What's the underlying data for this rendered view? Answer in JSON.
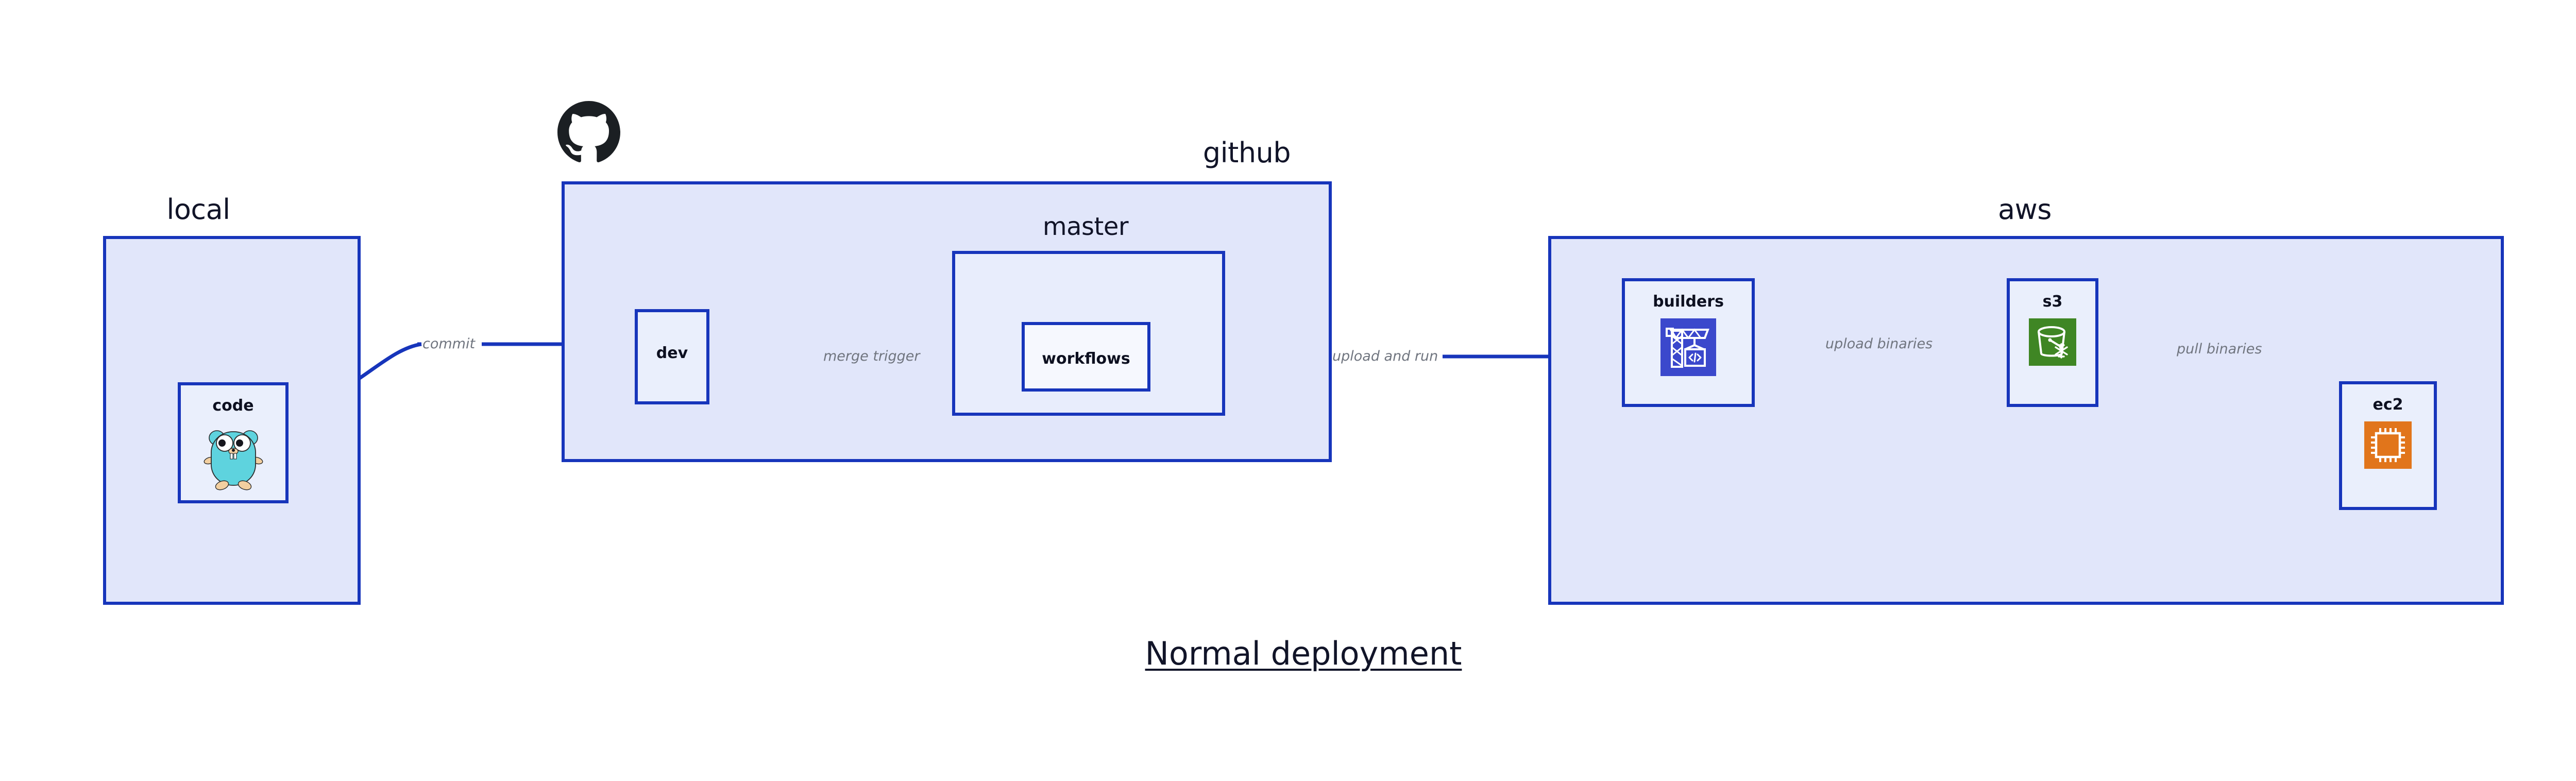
{
  "diagram": {
    "title": "Normal deployment",
    "background": "#ffffff",
    "accent_border": "#1735bb",
    "group_fill": "#e1e6fa",
    "node_fill": "#eaeffc",
    "edge_label_color": "#70757f",
    "text_color": "#111428"
  },
  "groups": [
    {
      "id": "local",
      "label": "local"
    },
    {
      "id": "github",
      "label": "github"
    },
    {
      "id": "aws",
      "label": "aws"
    }
  ],
  "subgroups": [
    {
      "id": "master",
      "label": "master",
      "parent": "github"
    }
  ],
  "nodes": [
    {
      "id": "code",
      "label": "code",
      "group": "local",
      "icon": "go-gopher-icon",
      "icon_color": "#5fd3de"
    },
    {
      "id": "dev",
      "label": "dev",
      "group": "github",
      "icon": "none",
      "icon_color": ""
    },
    {
      "id": "workflows",
      "label": "workflows",
      "group": "master",
      "icon": "none",
      "icon_color": ""
    },
    {
      "id": "builders",
      "label": "builders",
      "group": "aws",
      "icon": "codebuild-icon",
      "icon_color": "#3b48cc"
    },
    {
      "id": "s3",
      "label": "s3",
      "group": "aws",
      "icon": "s3-glacier-icon",
      "icon_color": "#3f8624"
    },
    {
      "id": "ec2",
      "label": "ec2",
      "group": "aws",
      "icon": "ec2-chip-icon",
      "icon_color": "#e1751b"
    }
  ],
  "edges": [
    {
      "id": "commit",
      "from": "code",
      "to": "dev",
      "label": "commit"
    },
    {
      "id": "merge-trigger",
      "from": "dev",
      "to": "workflows",
      "label": "merge trigger"
    },
    {
      "id": "upload-and-run",
      "from": "workflows",
      "to": "builders",
      "label": "upload and run"
    },
    {
      "id": "upload-binaries",
      "from": "builders",
      "to": "s3",
      "label": "upload binaries"
    },
    {
      "id": "pull-binaries",
      "from": "s3",
      "to": "ec2",
      "label": "pull binaries"
    }
  ],
  "logos": [
    {
      "id": "github-logo",
      "name": "github-octocat-logo",
      "color": "#1b1f23"
    }
  ]
}
